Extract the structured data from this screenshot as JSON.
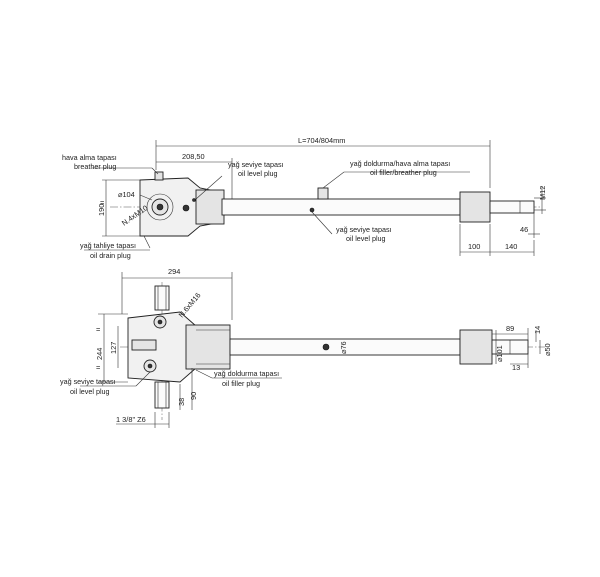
{
  "top_view": {
    "labels": {
      "breather_tr": "hava alma tapası",
      "breather_en": "breather plug",
      "level_tr": "yağ seviye tapası",
      "level_en": "oil level plug",
      "filler_tr": "yağ doldurma/hava alma tapası",
      "filler_en": "oil filler/breather plug",
      "level2_tr": "yağ seviye tapası",
      "level2_en": "oil level plug",
      "drain_tr": "yağ tahliye tapası",
      "drain_en": "oil drain plug"
    },
    "dims": {
      "length": "L=704/804mm",
      "offset": "208,50",
      "height": "190",
      "bolt_circle": "⌀104",
      "bolts": "N.4xM10",
      "thread": "M12",
      "key": "46",
      "dim_100": "100",
      "dim_140": "140"
    }
  },
  "bottom_view": {
    "labels": {
      "level_tr": "yağ seviye tapası",
      "level_en": "oil level plug",
      "filler_tr": "yağ doldurma tapası",
      "filler_en": "oil filler plug"
    },
    "dims": {
      "width": "294",
      "bolts": "N.6xM16",
      "height": "244",
      "inner": "127",
      "tube": "⌀76",
      "flange": "⌀101",
      "shaft": "⌀50",
      "dim_89": "89",
      "dim_14": "14",
      "dim_13": "13",
      "dim_38": "38",
      "dim_90": "90",
      "spline": "1 3/8\" Z6"
    }
  }
}
